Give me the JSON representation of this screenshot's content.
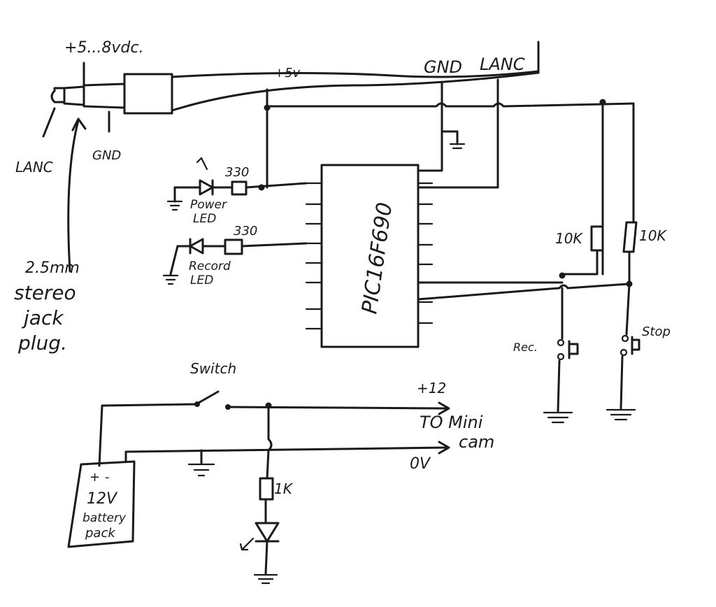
{
  "diagram": {
    "jack": {
      "supply_label": "+5...8vdc.",
      "tip_label": "LANC",
      "sleeve_label": "GND",
      "description_lines": [
        "2.5mm",
        "stereo",
        "jack",
        "plug."
      ]
    },
    "cable": {
      "gnd_label": "GND",
      "lanc_label": "LANC"
    },
    "supply_rail_label": "+5v",
    "ic": {
      "label": "PIC16F690"
    },
    "power_led": {
      "resistor_value": "330",
      "label_line1": "Power",
      "label_line2": "LED"
    },
    "record_led": {
      "resistor_value": "330",
      "label_line1": "Record",
      "label_line2": "LED"
    },
    "pullup_left": {
      "value": "10K"
    },
    "pullup_right": {
      "value": "10K"
    },
    "rec_button": {
      "label": "Rec."
    },
    "stop_button": {
      "label": "Stop"
    },
    "switch": {
      "label": "Switch"
    },
    "output": {
      "plus_label": "+12",
      "dest_line1": "TO Mini",
      "dest_line2": "cam",
      "zero_label": "0V"
    },
    "battery": {
      "plus_sign": "+",
      "minus_sign": "-",
      "line1": "12V",
      "line2": "battery",
      "line3": "pack"
    },
    "indicator_resistor": {
      "value": "1K"
    }
  }
}
